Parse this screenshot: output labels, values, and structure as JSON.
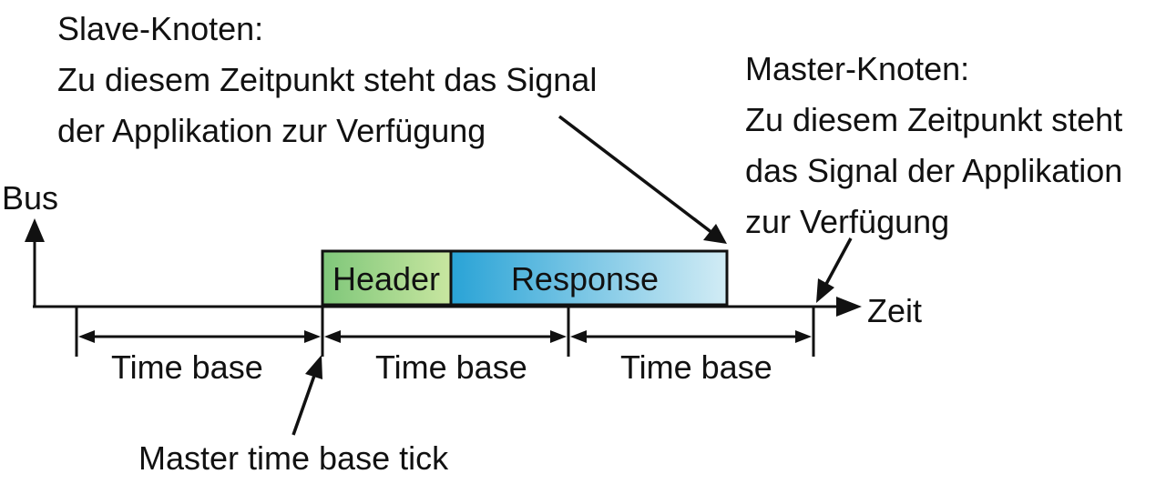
{
  "slave_note": {
    "title": "Slave-Knoten:",
    "line1": "Zu diesem Zeitpunkt steht das Signal",
    "line2": "der Applikation zur Verfügung"
  },
  "master_note": {
    "title": "Master-Knoten:",
    "line1": "Zu diesem Zeitpunkt steht",
    "line2": "das Signal  der Applikation",
    "line3": "zur Verfügung"
  },
  "axes": {
    "y_label": "Bus",
    "x_label": "Zeit"
  },
  "frame": {
    "header_label": "Header",
    "response_label": "Response",
    "header_color_start": "#7fc77a",
    "header_color_end": "#c8e6a0",
    "response_color_start": "#29a3d6",
    "response_color_end": "#d2ecf5"
  },
  "time_bases": [
    {
      "label": "Time base"
    },
    {
      "label": "Time base"
    },
    {
      "label": "Time base"
    }
  ],
  "tick_note": "Master time base tick"
}
